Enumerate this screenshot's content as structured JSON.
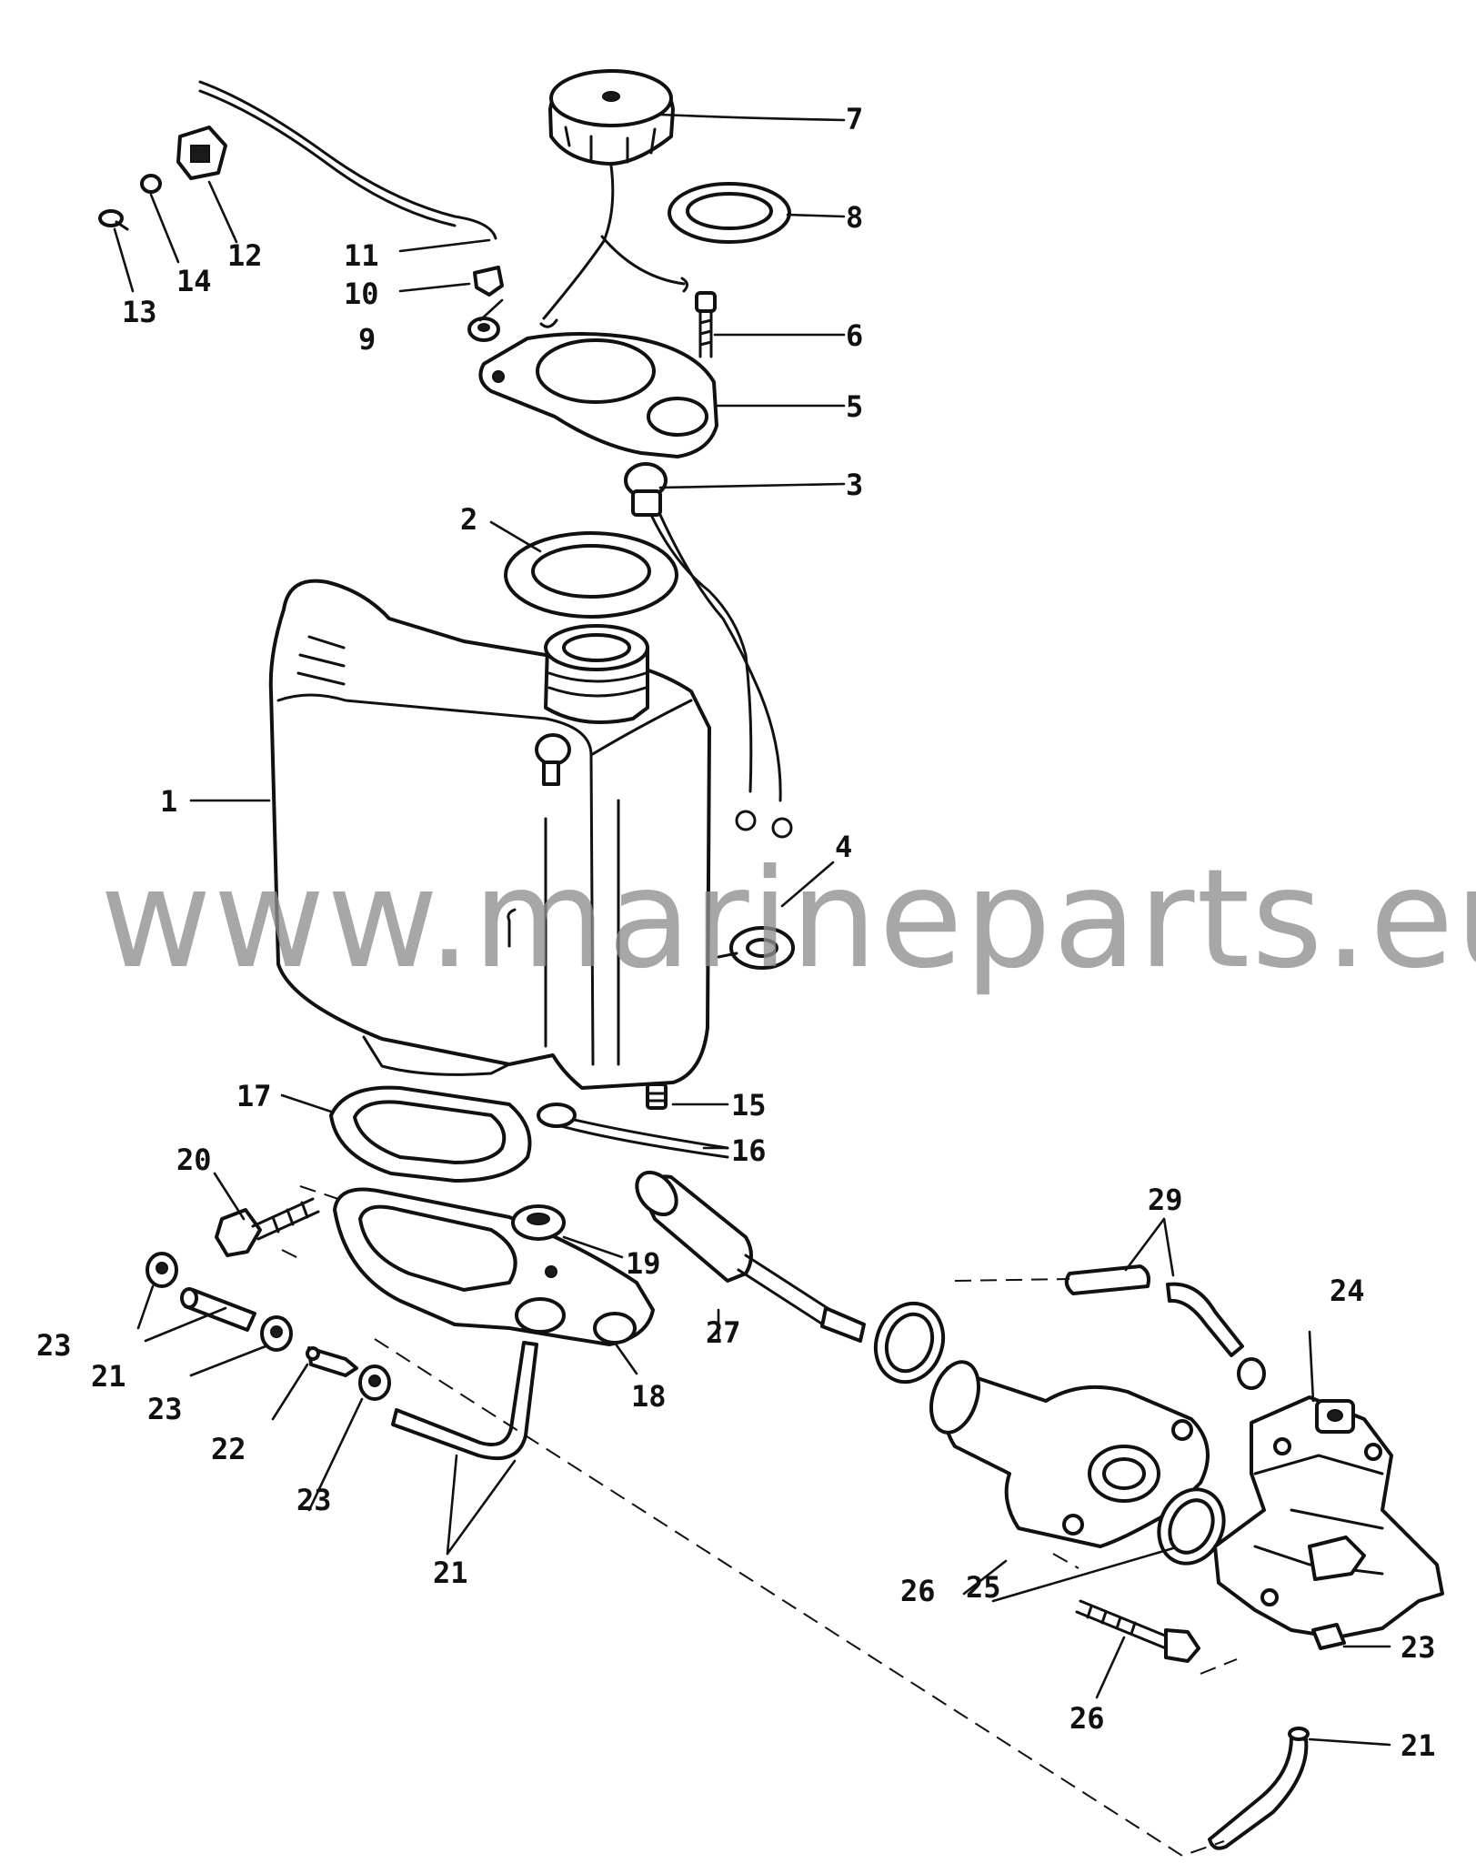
{
  "watermark": "www.marineparts.eu",
  "callouts": {
    "c1": "1",
    "c2": "2",
    "c3": "3",
    "c4": "4",
    "c5": "5",
    "c6": "6",
    "c7": "7",
    "c8": "8",
    "c9": "9",
    "c10": "10",
    "c11": "11",
    "c12": "12",
    "c13": "13",
    "c14": "14",
    "c15": "15",
    "c16": "16",
    "c17": "17",
    "c18": "18",
    "c19": "19",
    "c20": "20",
    "c21a": "21",
    "c21b": "21",
    "c21c": "21",
    "c22": "22",
    "c23a": "23",
    "c23b": "23",
    "c23c": "23",
    "c23d": "23",
    "c24": "24",
    "c25": "25",
    "c26a": "26",
    "c26b": "26",
    "c27": "27",
    "c29": "29"
  }
}
